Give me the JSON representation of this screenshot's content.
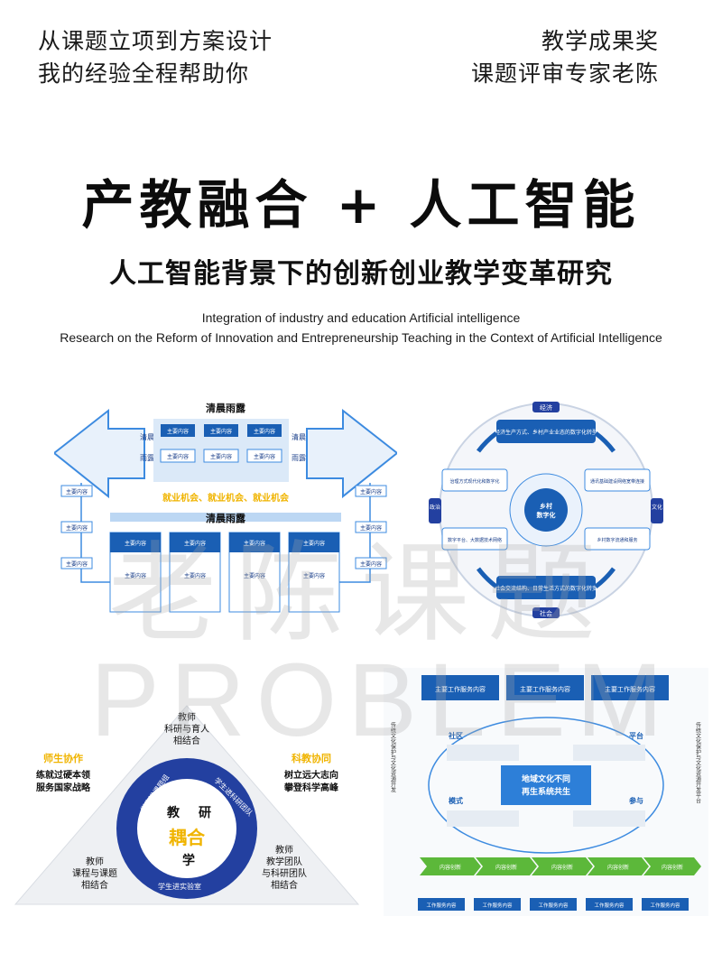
{
  "header": {
    "left_lines": [
      "从课题立项到方案设计",
      "我的经验全程帮助你"
    ],
    "right_lines": [
      "教学成果奖",
      "课题评审专家老陈"
    ]
  },
  "title": "产教融合 + 人工智能",
  "subtitle": "人工智能背景下的创新创业教学变革研究",
  "english": [
    "Integration of industry and education Artificial intelligence",
    "Research on the Reform of Innovation and Entrepreneurship Teaching in the Context of Artificial Intelligence"
  ],
  "watermark": {
    "cn": "老陈课题",
    "en": "PROBLEM"
  },
  "colors": {
    "blue": "#1a5fb4",
    "light_blue": "#3d8be0",
    "yellow": "#f0b400",
    "green": "#5cb83a",
    "purple_blue": "#2340a0"
  },
  "diagram1": {
    "top_title": "清晨雨露",
    "side_labels": [
      "清晨",
      "雨露"
    ],
    "top_boxes": [
      "主要内容",
      "主要内容",
      "主要内容"
    ],
    "mid_boxes": [
      "主要内容",
      "主要内容",
      "主要内容"
    ],
    "left_items": [
      "主要内容",
      "主要内容",
      "主要内容"
    ],
    "right_items": [
      "主要内容",
      "主要内容",
      "主要内容"
    ],
    "employment": "就业机会、就业机会、就业机会",
    "second_title": "清晨雨露",
    "column_heads": [
      "主要内容",
      "主要内容",
      "主要内容",
      "主要内容"
    ],
    "column_items": [
      "主要内容",
      "主要内容",
      "主要内容",
      "主要内容"
    ]
  },
  "diagram2": {
    "top": "经济",
    "bottom": "社会",
    "left": "政治",
    "right": "文化",
    "center": "乡村数字化",
    "blocks": [
      "经济生产方式、乡村产业业态的数字化转型",
      "治理方式现代化和数字化",
      "通讯基础建设网络宽带连接",
      "数字平台、大数据技术网络",
      "乡村数字流通和服务",
      "社会交流结构、日常生活方式的数字化转变"
    ]
  },
  "diagram3": {
    "top": "教师科研与育人相结合",
    "left_title": "师生协作",
    "left_text": "练就过硬本领服务国家战略",
    "right_title": "科教协同",
    "right_text": "树立远大志向攀登科学高峰",
    "bottom_left": "教师课程与课题相结合",
    "bottom_right": "教师教学团队与科研团队相结合",
    "ring": [
      "学生进课题组",
      "学生进科研团队",
      "学生进实验室"
    ],
    "inner": [
      "教",
      "研",
      "学"
    ],
    "center": "耦合"
  },
  "diagram4": {
    "top_boxes": [
      "主要工作服务内容",
      "主要工作服务内容",
      "主要工作服务内容"
    ],
    "side_left": "传统文化保护与文化资源开发",
    "side_right": "传统文化保护与文化资源开发平台",
    "labels": [
      "社区",
      "平台",
      "模式",
      "参与"
    ],
    "center": "地域文化不同再生系统共生",
    "arrows": [
      "内容创新",
      "内容创新",
      "内容创新",
      "内容创新",
      "内容创新"
    ],
    "bottom_boxes": [
      "工作服务内容",
      "工作服务内容",
      "工作服务内容",
      "工作服务内容",
      "工作服务内容"
    ]
  }
}
